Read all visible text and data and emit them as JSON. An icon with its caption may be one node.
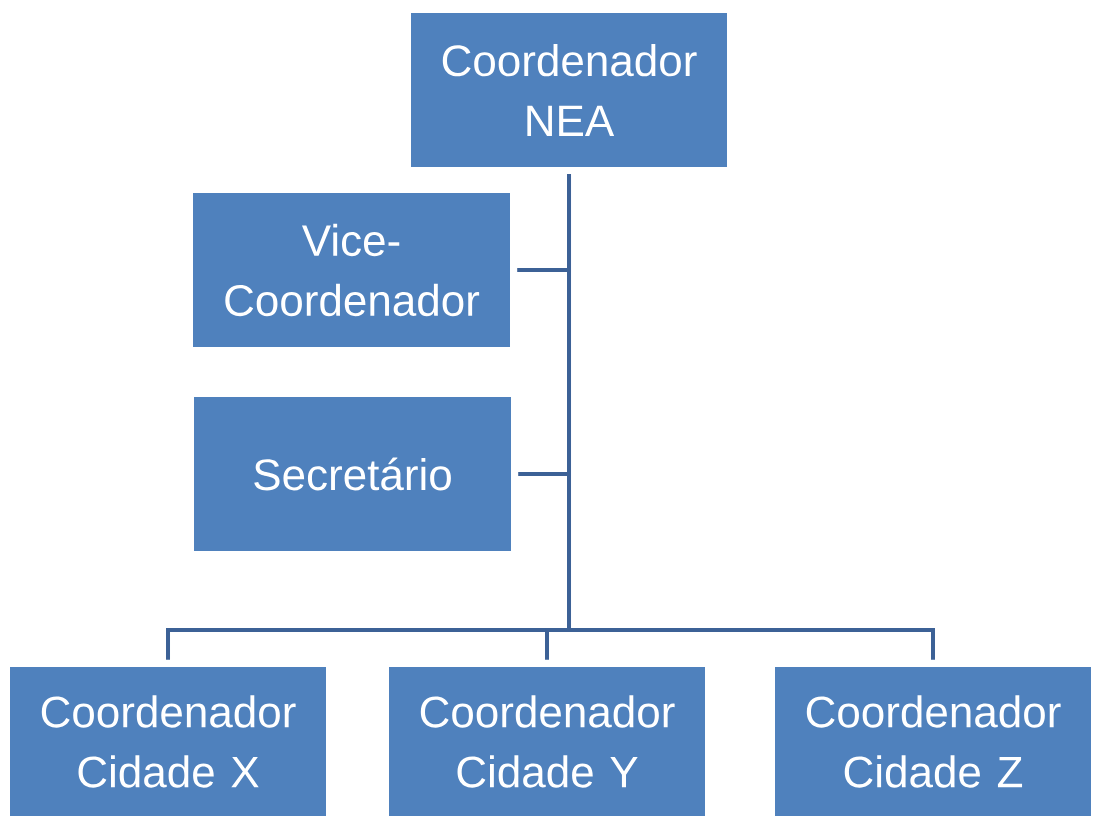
{
  "diagram": {
    "nodes": [
      {
        "text": [
          "Coordenador NEA"
        ]
      },
      {
        "text": [
          "Vice-Coordenador"
        ]
      },
      {
        "text": [
          "Secretário"
        ]
      },
      {
        "text": [
          "Coordenador Cidade X"
        ]
      },
      {
        "text": [
          "Coordenador Cidade Y"
        ]
      },
      {
        "text": [
          "Coordenador Cidade Z"
        ]
      }
    ],
    "edges": [
      {
        "from": 0,
        "to": 1,
        "arrow": "none"
      },
      {
        "from": 0,
        "to": 2,
        "arrow": "none"
      },
      {
        "from": 0,
        "to": 3,
        "arrow": "none"
      },
      {
        "from": 0,
        "to": 4,
        "arrow": "none"
      },
      {
        "from": 0,
        "to": 5,
        "arrow": "none"
      }
    ]
  }
}
